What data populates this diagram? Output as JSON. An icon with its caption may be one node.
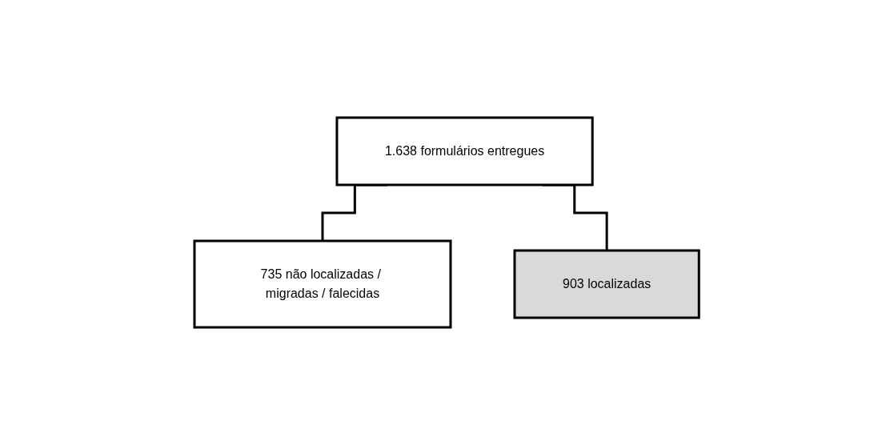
{
  "diagram": {
    "nodes": [
      {
        "text": [
          "1.638 formulários entregues"
        ]
      },
      {
        "text": [
          "735 não localizadas / migradas / falecidas"
        ]
      },
      {
        "text": [
          "903 localizadas"
        ]
      }
    ],
    "edges": [
      {
        "from": 0,
        "to": 1,
        "arrow": "none"
      },
      {
        "from": 0,
        "to": 2,
        "arrow": "none"
      }
    ]
  }
}
